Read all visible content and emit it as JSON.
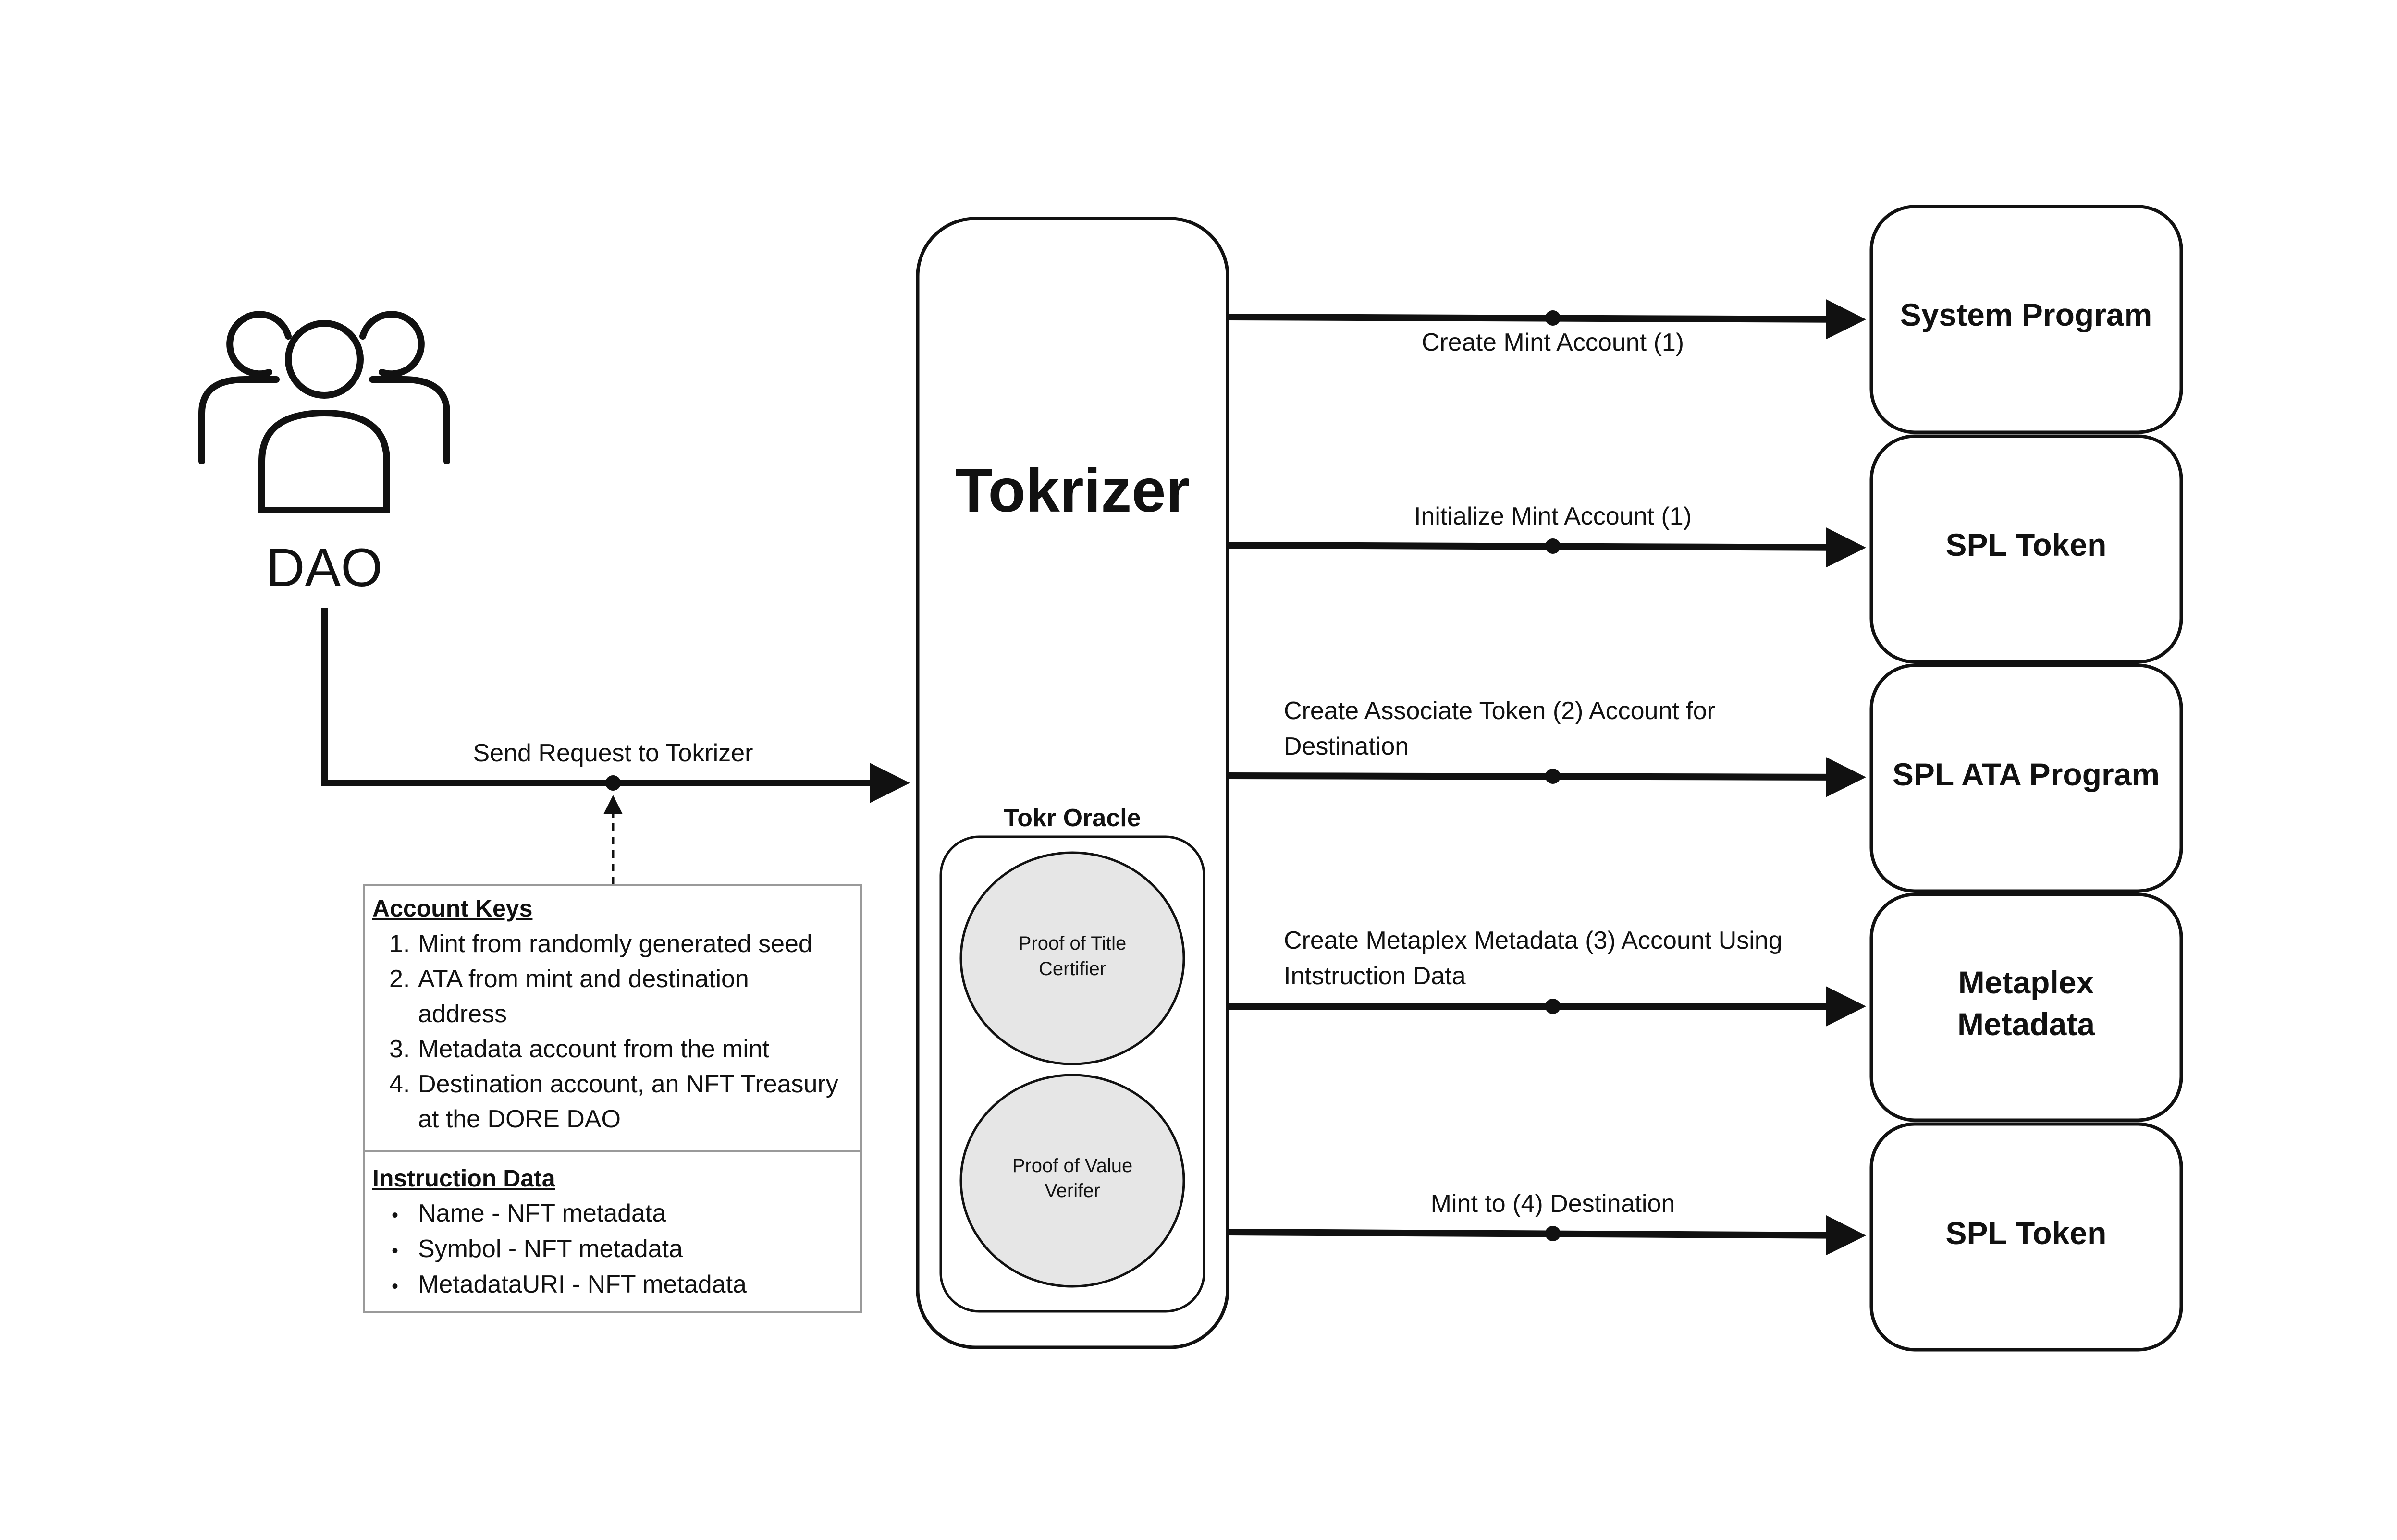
{
  "actor": {
    "label": "DAO",
    "icon": "users-group-icon"
  },
  "request_label": "Send Request to Tokrizer",
  "tokrizer": {
    "title": "Tokrizer",
    "oracle": {
      "title": "Tokr Oracle",
      "components": [
        {
          "line1": "Proof of Title",
          "line2": "Certifier"
        },
        {
          "line1": "Proof of Value",
          "line2": "Verifer"
        }
      ]
    }
  },
  "details": {
    "account_keys_title": "Account Keys",
    "account_keys": [
      {
        "num": "1.",
        "lines": [
          "Mint from randomly generated seed"
        ]
      },
      {
        "num": "2.",
        "lines": [
          "ATA from mint and destination",
          "address"
        ]
      },
      {
        "num": "3.",
        "lines": [
          "Metadata account from the mint"
        ]
      },
      {
        "num": "4.",
        "lines": [
          "Destination account, an NFT Treasury",
          "at the DORE DAO"
        ]
      }
    ],
    "instruction_data_title": "Instruction Data",
    "instruction_data": [
      "Name - NFT metadata",
      "Symbol - NFT metadata",
      "MetadataURI - NFT metadata"
    ],
    "bullet": "•"
  },
  "programs": [
    {
      "lines": [
        "System Program"
      ]
    },
    {
      "lines": [
        "SPL Token"
      ]
    },
    {
      "lines": [
        "SPL ATA Program"
      ]
    },
    {
      "lines": [
        "Metaplex",
        "Metadata"
      ]
    },
    {
      "lines": [
        "SPL Token"
      ]
    }
  ],
  "steps": [
    {
      "lines": [
        "Create Mint Account (1)"
      ],
      "position": "below"
    },
    {
      "lines": [
        "Initialize Mint Account (1)"
      ],
      "position": "above"
    },
    {
      "lines": [
        "Create Associate Token (2) Account for",
        "Destination"
      ],
      "position": "above"
    },
    {
      "lines": [
        "Create Metaplex Metadata (3) Account Using",
        "Intstruction Data"
      ],
      "position": "above"
    },
    {
      "lines": [
        "Mint to (4) Destination"
      ],
      "position": "above"
    }
  ],
  "colors": {
    "stroke": "#111111",
    "oracle_fill": "#e6e6e6",
    "box_border": "#9a9a9a"
  }
}
